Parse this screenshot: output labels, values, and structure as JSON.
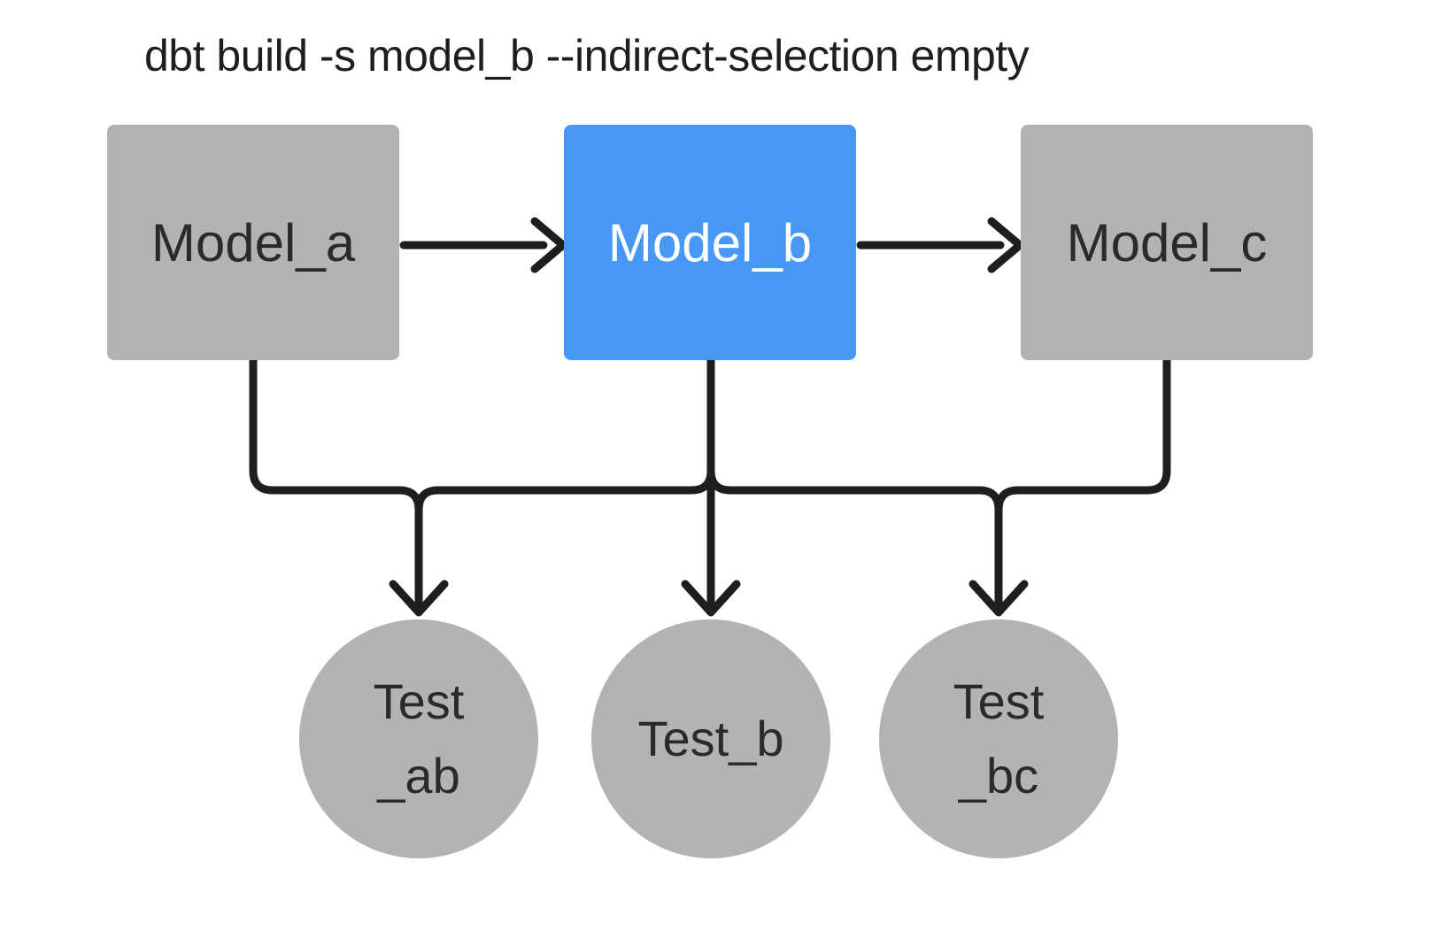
{
  "title": "dbt build -s model_b --indirect-selection empty",
  "diagram": {
    "models": [
      {
        "id": "model_a",
        "label": "Model_a",
        "state": "unselected"
      },
      {
        "id": "model_b",
        "label": "Model_b",
        "state": "selected"
      },
      {
        "id": "model_c",
        "label": "Model_c",
        "state": "unselected"
      }
    ],
    "tests": [
      {
        "id": "test_ab",
        "lines": [
          "Test",
          "_ab"
        ]
      },
      {
        "id": "test_b",
        "lines": [
          "Test_b"
        ]
      },
      {
        "id": "test_bc",
        "lines": [
          "Test",
          "_bc"
        ]
      }
    ],
    "edges": [
      "model_a -> model_b",
      "model_b -> model_c",
      "model_a -> test_ab",
      "model_b -> test_ab",
      "model_b -> test_b",
      "model_b -> test_bc",
      "model_c -> test_bc"
    ],
    "colors": {
      "node_gray": "#b3b3b3",
      "node_selected_blue": "#4697f6",
      "edge_line": "#1e1e1e",
      "text_dark": "#2a2a2a",
      "text_on_blue": "#ffffff",
      "title_text": "#1c1e22",
      "background": "#ffffff"
    }
  }
}
